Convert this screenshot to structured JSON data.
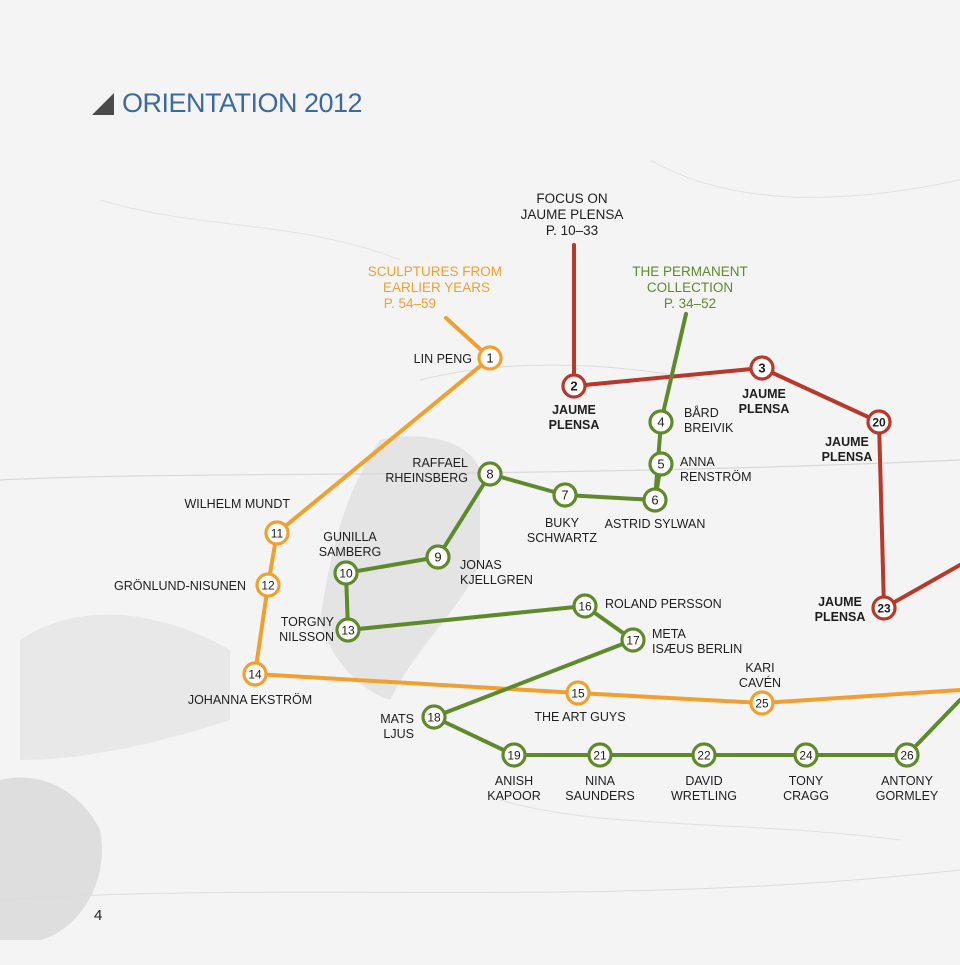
{
  "header": {
    "title": "ORIENTATION 2012",
    "page_number": "4"
  },
  "colors": {
    "orange": "#f0a02e",
    "green": "#5f8a2c",
    "red": "#b8382a",
    "text": "#1e1e1e",
    "map_base": "#f4f4f4"
  },
  "sections": [
    {
      "id": "focus",
      "color": "red",
      "lines": [
        "FOCUS ON",
        "JAUME PLENSA",
        "P. 10–33"
      ]
    },
    {
      "id": "earlier",
      "color": "orange",
      "lines": [
        "SCULPTURES FROM",
        "EARLIER YEARS",
        "P. 54–59"
      ]
    },
    {
      "id": "permanent",
      "color": "green",
      "lines": [
        "THE PERMANENT",
        "COLLECTION",
        "P. 34–52"
      ]
    }
  ],
  "stops": [
    {
      "num": "1",
      "color": "orange",
      "label": [
        "LIN PENG"
      ]
    },
    {
      "num": "2",
      "color": "red",
      "label": [
        "JAUME",
        "PLENSA"
      ],
      "bold": true
    },
    {
      "num": "3",
      "color": "red",
      "label": [
        "JAUME",
        "PLENSA"
      ],
      "bold": true
    },
    {
      "num": "4",
      "color": "green",
      "label": [
        "BÅRD",
        "BREIVIK"
      ]
    },
    {
      "num": "5",
      "color": "green",
      "label": [
        "ANNA",
        "RENSTRÖM"
      ]
    },
    {
      "num": "6",
      "color": "green",
      "label": [
        "ASTRID SYLWAN"
      ]
    },
    {
      "num": "7",
      "color": "green",
      "label": [
        "BUKY",
        "SCHWARTZ"
      ]
    },
    {
      "num": "8",
      "color": "green",
      "label": [
        "RAFFAEL",
        "RHEINSBERG"
      ]
    },
    {
      "num": "9",
      "color": "green",
      "label": [
        "JONAS",
        "KJELLGREN"
      ]
    },
    {
      "num": "10",
      "color": "green",
      "label": [
        "GUNILLA",
        "SAMBERG"
      ]
    },
    {
      "num": "11",
      "color": "orange",
      "label": [
        "WILHELM MUNDT"
      ]
    },
    {
      "num": "12",
      "color": "orange",
      "label": [
        "GRÖNLUND-NISUNEN"
      ]
    },
    {
      "num": "13",
      "color": "green",
      "label": [
        "TORGNY",
        "NILSSON"
      ]
    },
    {
      "num": "14",
      "color": "orange",
      "label": [
        "JOHANNA EKSTRÖM"
      ]
    },
    {
      "num": "15",
      "color": "orange",
      "label": [
        "THE ART GUYS"
      ]
    },
    {
      "num": "16",
      "color": "green",
      "label": [
        "ROLAND PERSSON"
      ]
    },
    {
      "num": "17",
      "color": "green",
      "label": [
        "META",
        "ISÆUS BERLIN"
      ]
    },
    {
      "num": "18",
      "color": "green",
      "label": [
        "MATS",
        "LJUS"
      ]
    },
    {
      "num": "19",
      "color": "green",
      "label": [
        "ANISH",
        "KAPOOR"
      ]
    },
    {
      "num": "20",
      "color": "red",
      "label": [
        "JAUME",
        "PLENSA"
      ],
      "bold": true
    },
    {
      "num": "21",
      "color": "green",
      "label": [
        "NINA",
        "SAUNDERS"
      ]
    },
    {
      "num": "22",
      "color": "green",
      "label": [
        "DAVID",
        "WRETLING"
      ]
    },
    {
      "num": "23",
      "color": "red",
      "label": [
        "JAUME",
        "PLENSA"
      ],
      "bold": true
    },
    {
      "num": "24",
      "color": "green",
      "label": [
        "TONY",
        "CRAGG"
      ]
    },
    {
      "num": "25",
      "color": "orange",
      "label": [
        "KARI",
        "CAVÉN"
      ]
    },
    {
      "num": "26",
      "color": "green",
      "label": [
        "ANTONY",
        "GORMLEY"
      ]
    }
  ]
}
